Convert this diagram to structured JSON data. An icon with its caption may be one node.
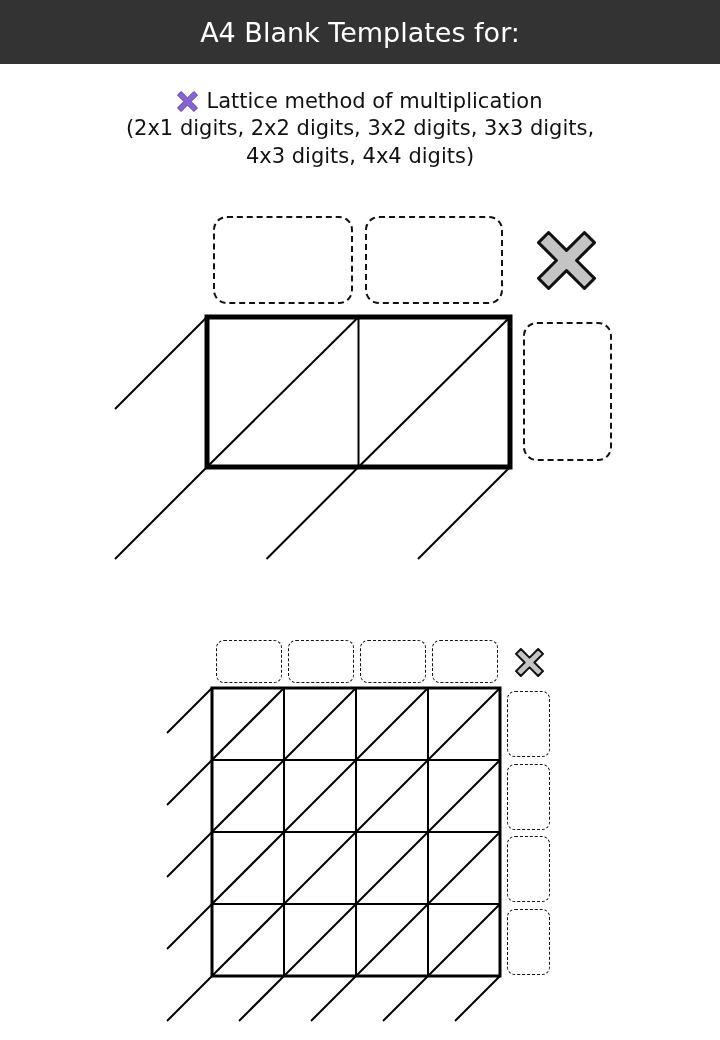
{
  "diagram": {
    "title": "A4 Blank Templates for:",
    "nodes": [
      {
        "text": [],
        "shape": "box"
      },
      {
        "text": [],
        "shape": "box"
      },
      {
        "text": [],
        "shape": "box"
      },
      {
        "text": [],
        "shape": "box"
      },
      {
        "text": [],
        "shape": "box"
      },
      {
        "text": [],
        "shape": "box"
      },
      {
        "text": [],
        "shape": "box"
      },
      {
        "text": [],
        "shape": "box"
      },
      {
        "text": [],
        "shape": "box"
      },
      {
        "text": [],
        "shape": "box"
      },
      {
        "text": [],
        "shape": "box"
      }
    ],
    "labels": [
      "Lattice method of multiplication",
      "(2x1 digits, 2x2 digits, 3x2 digits, 3x3 digits, 4x3 digits, 4x4 digits)"
    ]
  }
}
